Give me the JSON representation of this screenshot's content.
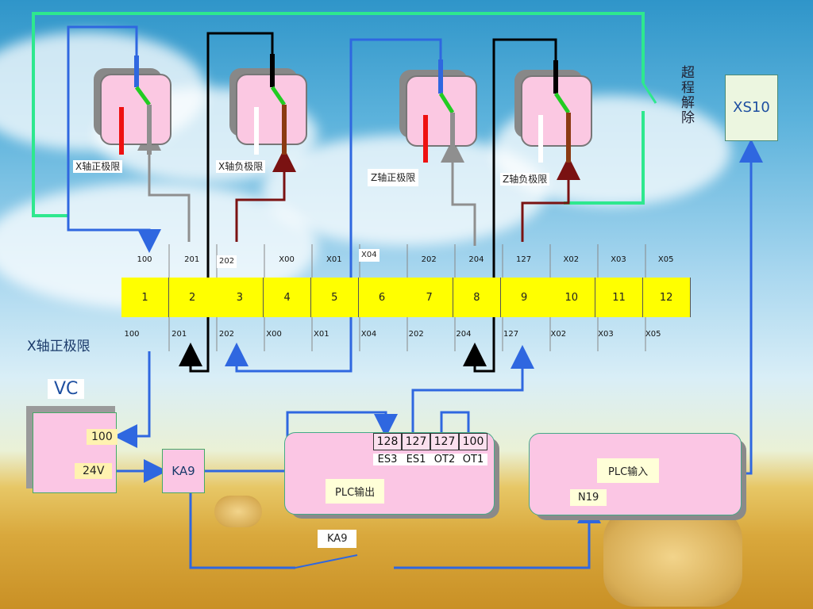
{
  "limit_switches": [
    {
      "label": "X轴正极限"
    },
    {
      "label": "X轴负极限"
    },
    {
      "label": "Z轴正极限"
    },
    {
      "label": "Z轴负极限"
    }
  ],
  "override_label": "超程解除",
  "xs10": "XS10",
  "terminal_top_labels": [
    "100",
    "201",
    "202",
    "X00",
    "X01",
    "X04",
    "202",
    "204",
    "127",
    "X02",
    "X03",
    "X05"
  ],
  "terminal_numbers": [
    "1",
    "2",
    "3",
    "4",
    "5",
    "6",
    "7",
    "8",
    "9",
    "10",
    "11",
    "12"
  ],
  "terminal_bottom_labels": [
    "100",
    "201",
    "202",
    "X00",
    "X01",
    "X04",
    "202",
    "204",
    "127",
    "X02",
    "X03",
    "X05"
  ],
  "left_caption": "X轴正极限",
  "vc": {
    "title": "VC",
    "pin_100": "100",
    "pin_24v": "24V"
  },
  "ka9_relay": "KA9",
  "ka9_contact": "KA9",
  "plc_output": {
    "pins": [
      "128",
      "127",
      "127",
      "100"
    ],
    "names": [
      "ES3",
      "ES1",
      "OT2",
      "OT1"
    ],
    "label": "PLC输出"
  },
  "plc_input": {
    "label": "PLC输入",
    "pin": "N19"
  },
  "colors": {
    "green_wire": "#2ee88e",
    "blue_wire": "#2f67e0",
    "black_wire": "#000000",
    "darkred_wire": "#7a1212",
    "gray_wire": "#8f8f8f",
    "terminal": "#ffff00",
    "pink": "#fbc6e4"
  }
}
